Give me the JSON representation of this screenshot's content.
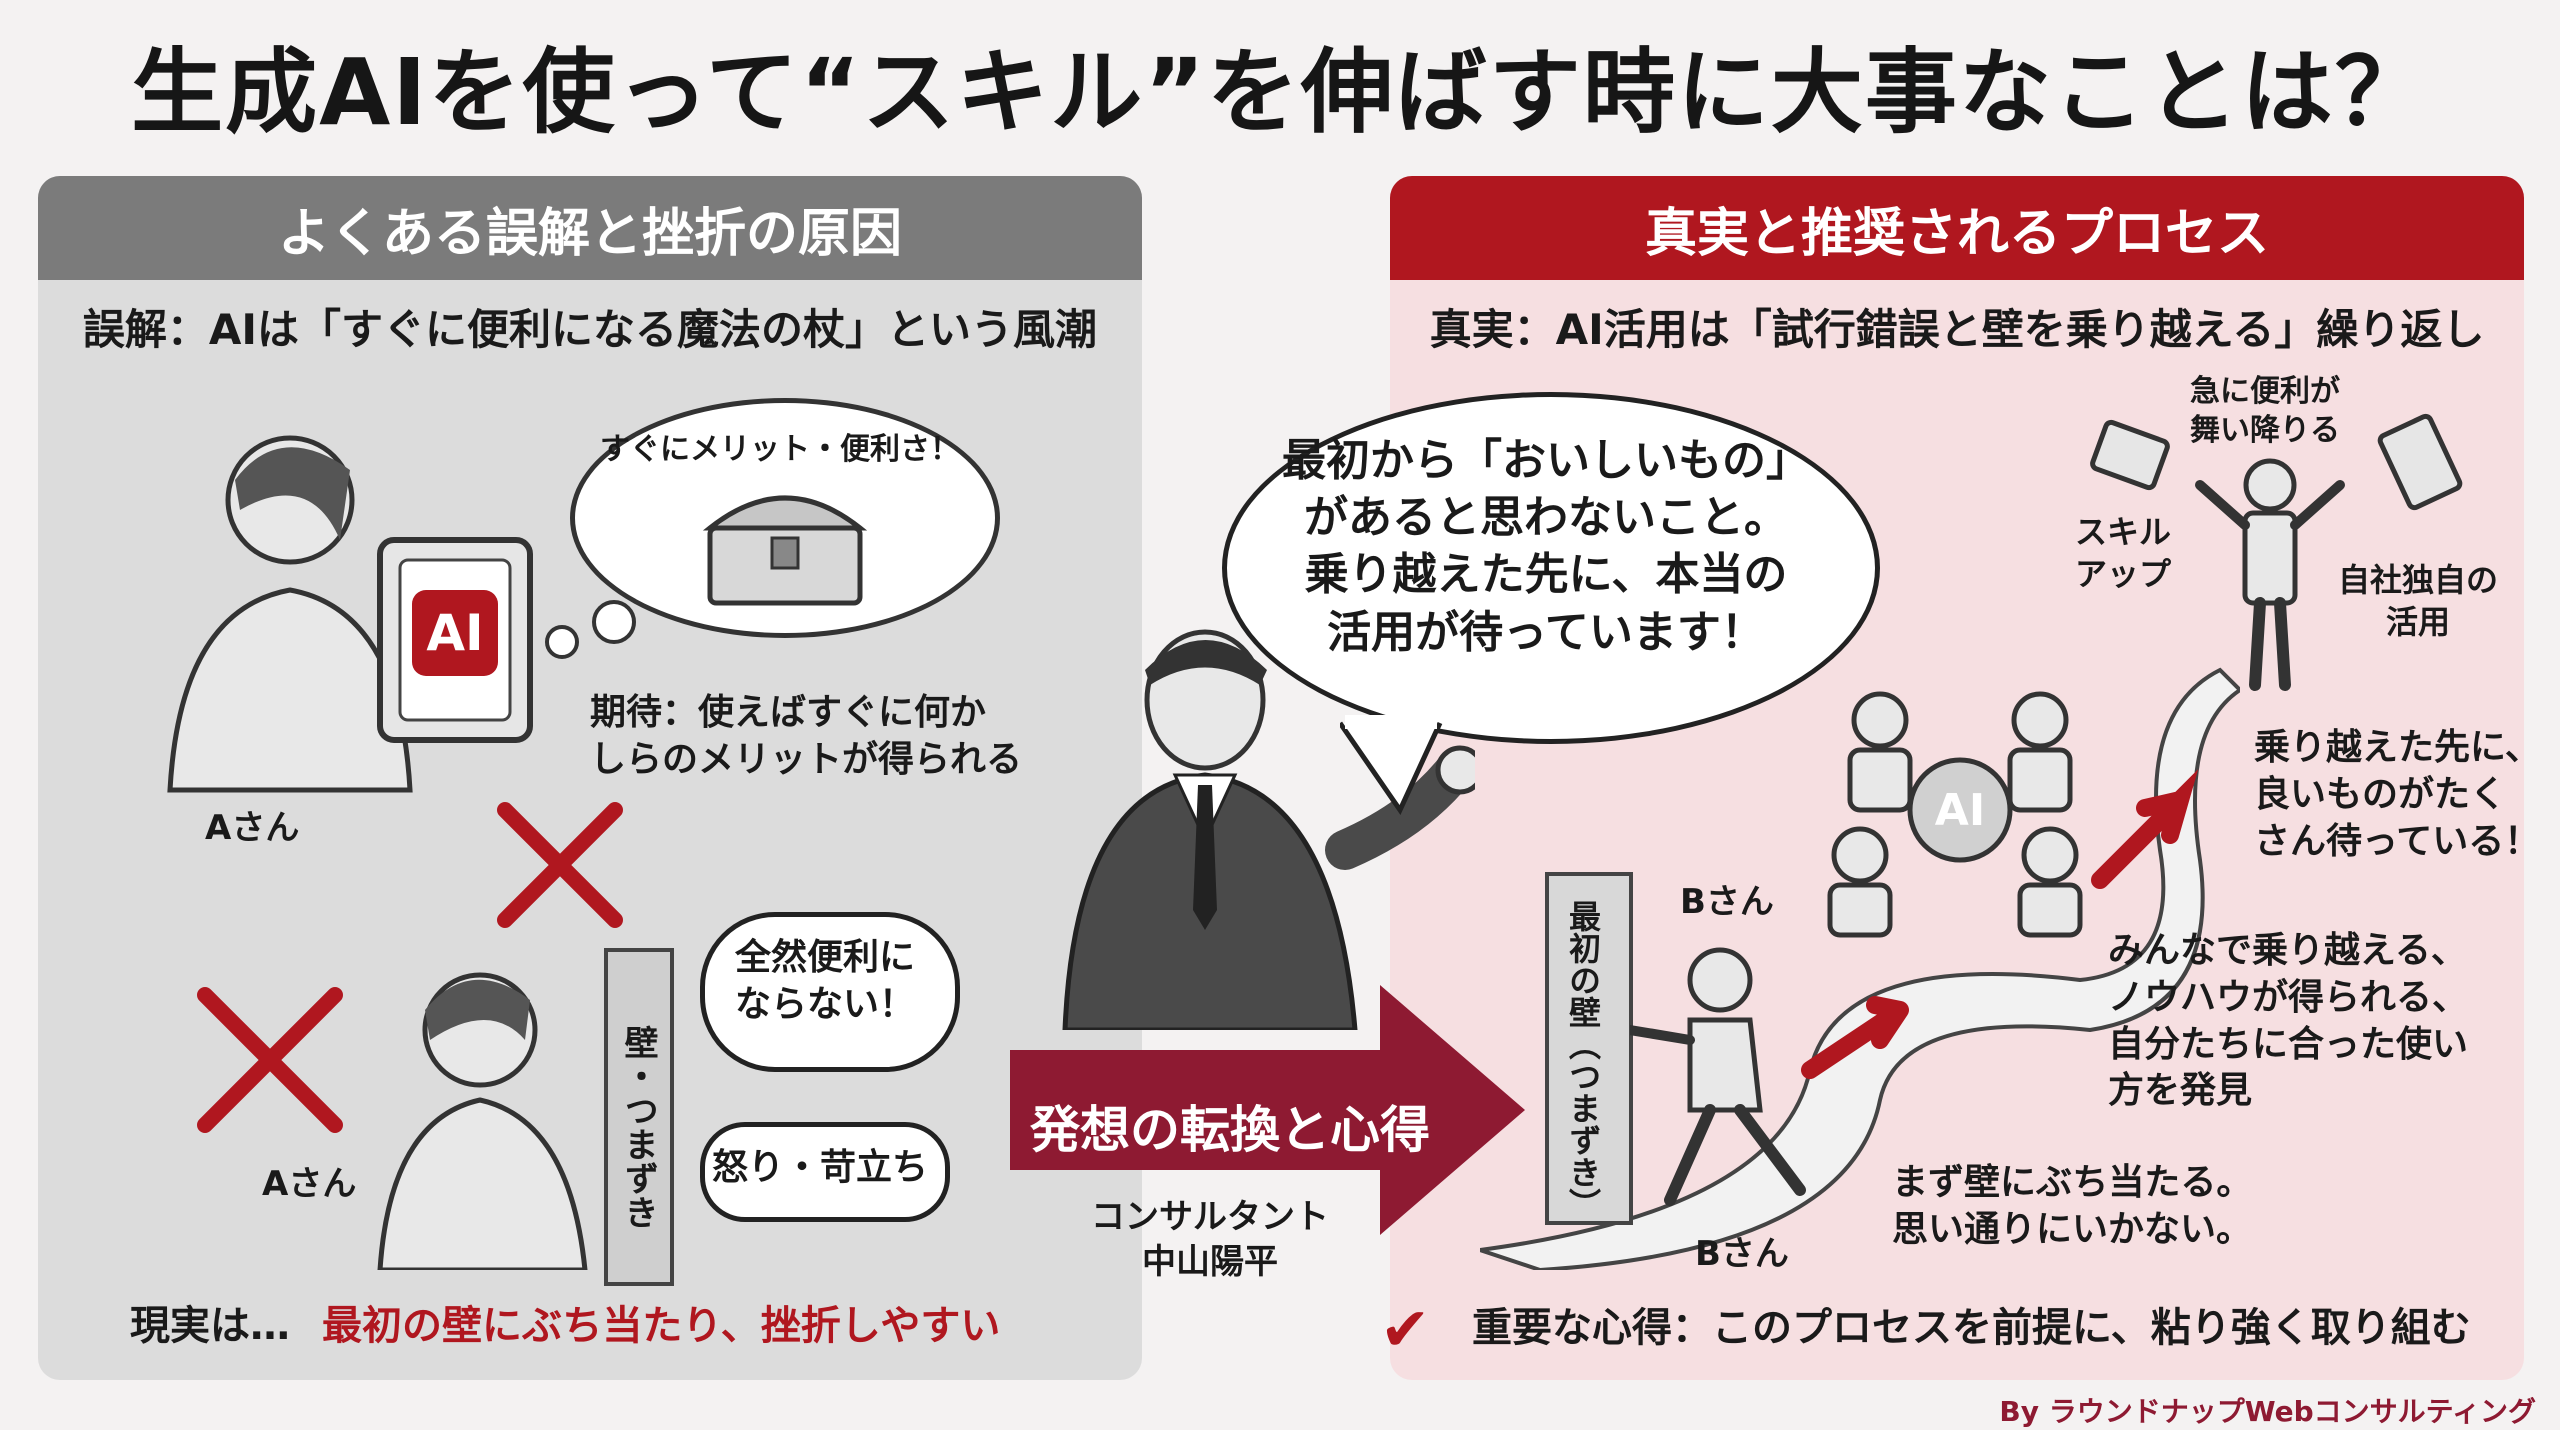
{
  "title": "生成AIを使って“スキル”を伸ばす時に大事なことは？",
  "left": {
    "header": "よくある誤解と挫折の原因",
    "subheader": "誤解：AIは「すぐに便利になる魔法の杖」という風潮",
    "cloud_text": "すぐにメリット・便利さ！",
    "tablet_text": "AI",
    "expectation": [
      "期待：使えばすぐに何か",
      "しらのメリットが得られる"
    ],
    "person_a_label_1": "Aさん",
    "person_a_label_2": "Aさん",
    "bubble_1": [
      "全然便利に",
      "ならない！"
    ],
    "bubble_2": "怒り・苛立ち",
    "wall_text": "壁・つまずき",
    "reality_prefix": "現実は…",
    "reality_text": "最初の壁にぶち当たり、挫折しやすい"
  },
  "center": {
    "speech": [
      "最初から「おいしいもの」",
      "があると思わないこと。",
      "乗り越えた先に、本当の",
      "活用が待っています！"
    ],
    "arrow_text": "発想の転換と心得",
    "role": "コンサルタント",
    "name": "中山陽平"
  },
  "right": {
    "header": "真実と推奨されるプロセス",
    "subheader": "真実：AI活用は「試行錯誤と壁を乗り越える」繰り返し",
    "benefit_1": [
      "急に便利が",
      "舞い降りる"
    ],
    "benefit_2": [
      "スキル",
      "アップ"
    ],
    "benefit_3": [
      "自社独自の",
      "活用"
    ],
    "after_wall": [
      "乗り越えた先に、",
      "良いものがたく",
      "さん待っている！"
    ],
    "together": [
      "みんなで乗り越える、",
      "ノウハウが得られる、",
      "自分たちに合った使い",
      "方を発見"
    ],
    "hit_wall": [
      "まず壁にぶち当たる。",
      "思い通りにいかない。"
    ],
    "wall_text": "最初の壁（つまずき）",
    "person_b_label_1": "Bさん",
    "person_b_label_2": "Bさん",
    "team_ai_text": "AI",
    "key_point": "重要な心得：このプロセスを前提に、粘り強く取り組む"
  },
  "credit": "By ラウンドナップWebコンサルティング"
}
